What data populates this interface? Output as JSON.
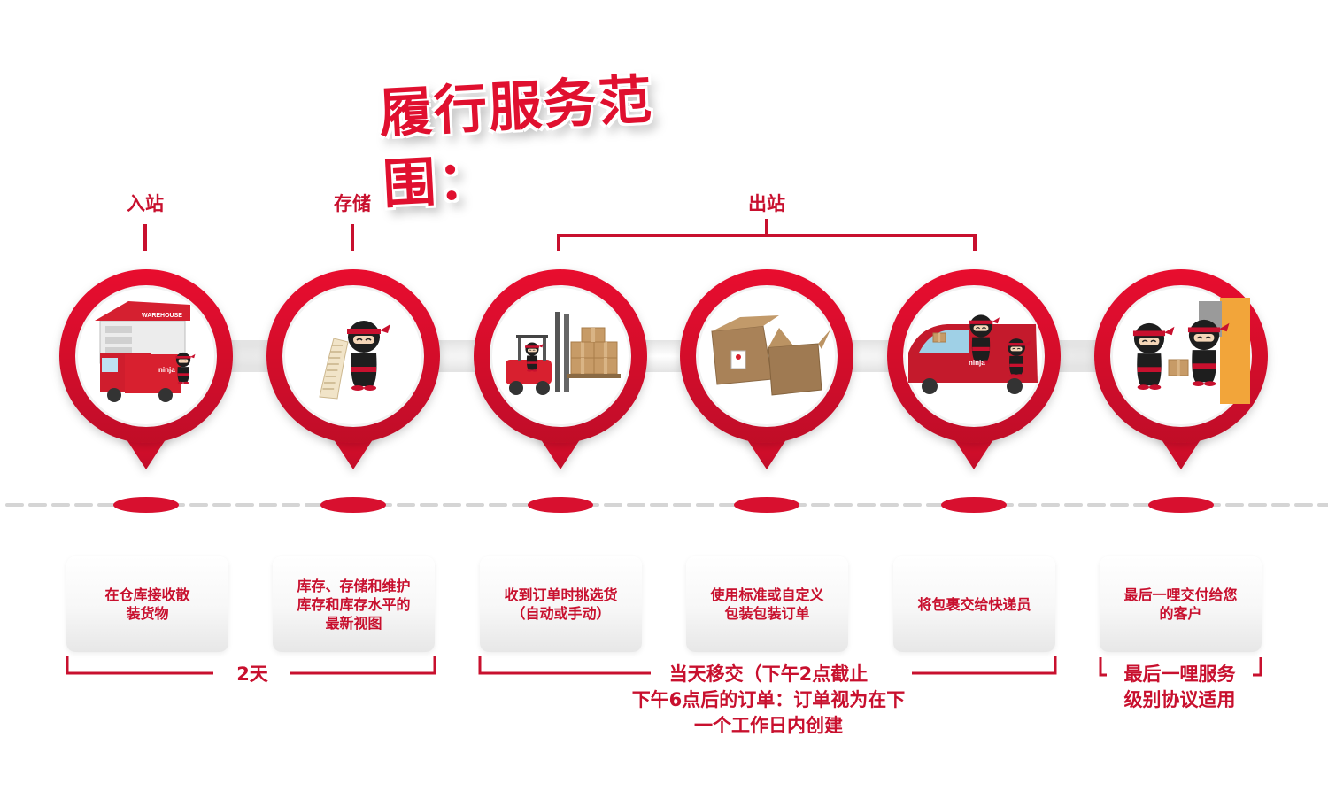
{
  "title": "履行服务范围：",
  "phases": {
    "inbound": "入站",
    "storage": "存储",
    "outbound": "出站"
  },
  "steps": [
    {
      "id": "receive",
      "icon": "warehouse-truck-icon",
      "lines": [
        "在仓库接收散",
        "装货物"
      ]
    },
    {
      "id": "store",
      "icon": "ninja-inventory-list-icon",
      "lines": [
        "库存、存储和维护",
        "库存和库存水平的",
        "最新视图"
      ]
    },
    {
      "id": "pick",
      "icon": "forklift-icon",
      "lines": [
        "收到订单时挑选货",
        "（自动或手动）"
      ]
    },
    {
      "id": "pack",
      "icon": "cardboard-boxes-icon",
      "lines": [
        "使用标准或自定义",
        "包装包装订单"
      ]
    },
    {
      "id": "handover",
      "icon": "delivery-van-icon",
      "lines": [
        "将包裹交给快递员"
      ]
    },
    {
      "id": "lastmile",
      "icon": "ninja-handover-icon",
      "lines": [
        "最后一哩交付给您",
        "的客户"
      ]
    }
  ],
  "brackets": {
    "inbound_storage": "2天",
    "outbound_lines": [
      "当天移交（下午2点截止",
      "下午6点后的订单：订单视为在下",
      "一个工作日内创建"
    ],
    "lastmile_lines": [
      "最后一哩服务",
      "级别协议适用"
    ]
  },
  "truck_sign": "WAREHOUSE",
  "brand_text": "ninja",
  "colors": {
    "brand_red": "#c8102e",
    "pin_red": "#d8102f",
    "dash_gray": "#d5d5d5"
  }
}
